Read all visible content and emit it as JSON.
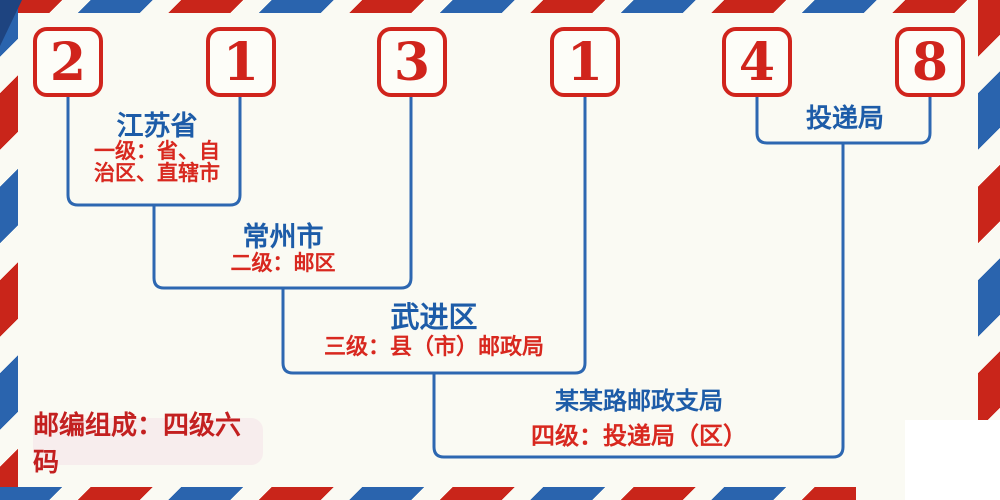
{
  "postal_code": {
    "digits": [
      "2",
      "1",
      "3",
      "1",
      "4",
      "8"
    ]
  },
  "levels": [
    {
      "place": "江苏省",
      "desc_lines": [
        "一级：省、自",
        "治区、直辖市"
      ]
    },
    {
      "place": "常州市",
      "desc_lines": [
        "二级：邮区"
      ]
    },
    {
      "place": "武进区",
      "desc_lines": [
        "三级：县（市）邮政局"
      ]
    },
    {
      "place": "某某路邮政支局",
      "desc_lines": [
        "四级：投递局（区）"
      ]
    }
  ],
  "delivery_bracket": {
    "label": "投递局"
  },
  "footer_badge": {
    "label": "邮编组成：四级六码"
  },
  "colors": {
    "digit_red": "#d0241c",
    "stripe_red": "#c9251a",
    "stripe_blue": "#2a64ae",
    "place_blue": "#1d5ca8",
    "desc_red": "#d8281f",
    "connector_blue": "#2d67b1",
    "badge_bg": "#f7eded",
    "badge_text": "#c32020",
    "background": "#fafaf3"
  }
}
